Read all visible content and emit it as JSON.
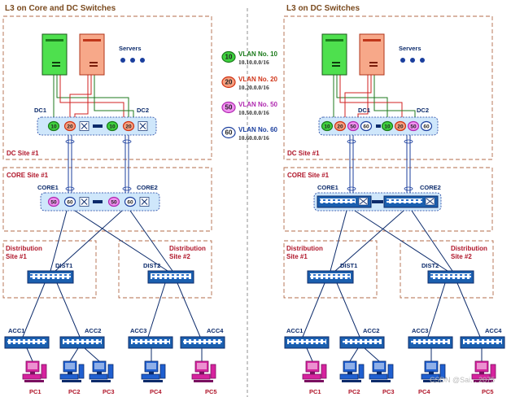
{
  "titles": {
    "left": "L3 on Core and DC Switches",
    "right": "L3 on DC Switches"
  },
  "legend": [
    {
      "vlan": "10",
      "name": "VLAN No. 10",
      "network": "10.10.0.0/16",
      "fill": "#3fd13f",
      "stroke": "#1a7a1a",
      "text_color": "#1b7a1b"
    },
    {
      "vlan": "20",
      "name": "VLAN No. 20",
      "network": "10.20.0.0/16",
      "fill": "#f6a080",
      "stroke": "#d03010",
      "text_color": "#d0361a"
    },
    {
      "vlan": "50",
      "name": "VLAN No. 50",
      "network": "10.50.0.0/16",
      "fill": "#f090f0",
      "stroke": "#b02ab0",
      "text_color": "#b02ab0"
    },
    {
      "vlan": "60",
      "name": "VLAN No. 60",
      "network": "10.60.0.0/16",
      "fill": "#ffffff",
      "stroke": "#1b3f9e",
      "text_color": "#1b3f9e"
    }
  ],
  "left": {
    "servers_label": "Servers",
    "dc1": "DC1",
    "dc2": "DC2",
    "dc_site": "DC Site #1",
    "core_site": "CORE Site #1",
    "core1": "CORE1",
    "core2": "CORE2",
    "dist_site1": [
      "Distribution",
      "Site #1"
    ],
    "dist_site2": [
      "Distribution",
      "Site #2"
    ],
    "dist1": "DIST1",
    "dist2": "DIST2",
    "acc": [
      "ACC1",
      "ACC2",
      "ACC3",
      "ACC4"
    ],
    "pcs": [
      "PC1",
      "PC2",
      "PC3",
      "PC4",
      "PC5"
    ]
  },
  "right": {
    "servers_label": "Servers",
    "dc1": "DC1",
    "dc2": "DC2",
    "dc_site": "DC Site #1",
    "core_site": "CORE Site #1",
    "core1": "CORE1",
    "core2": "CORE2",
    "dist_site1": [
      "Distribution",
      "Site #1"
    ],
    "dist_site2": [
      "Distribution",
      "Site #2"
    ],
    "dist1": "DIST1",
    "dist2": "DIST2",
    "acc": [
      "ACC1",
      "ACC2",
      "ACC3",
      "ACC4"
    ],
    "pcs": [
      "PC1",
      "PC2",
      "PC3",
      "PC4",
      "PC5"
    ]
  },
  "watermark": "CSDN @Sai... 2075",
  "colors": {
    "site_border": "#b36b4a",
    "device_blue": "#1b5fae",
    "panel_fill": "#cfe7fb",
    "link_green": "#1e7a1e",
    "link_red": "#d02020",
    "link_navy": "#0c2b6b",
    "pc_magenta": "#d6239e",
    "pc_blue": "#1f5fd0"
  }
}
